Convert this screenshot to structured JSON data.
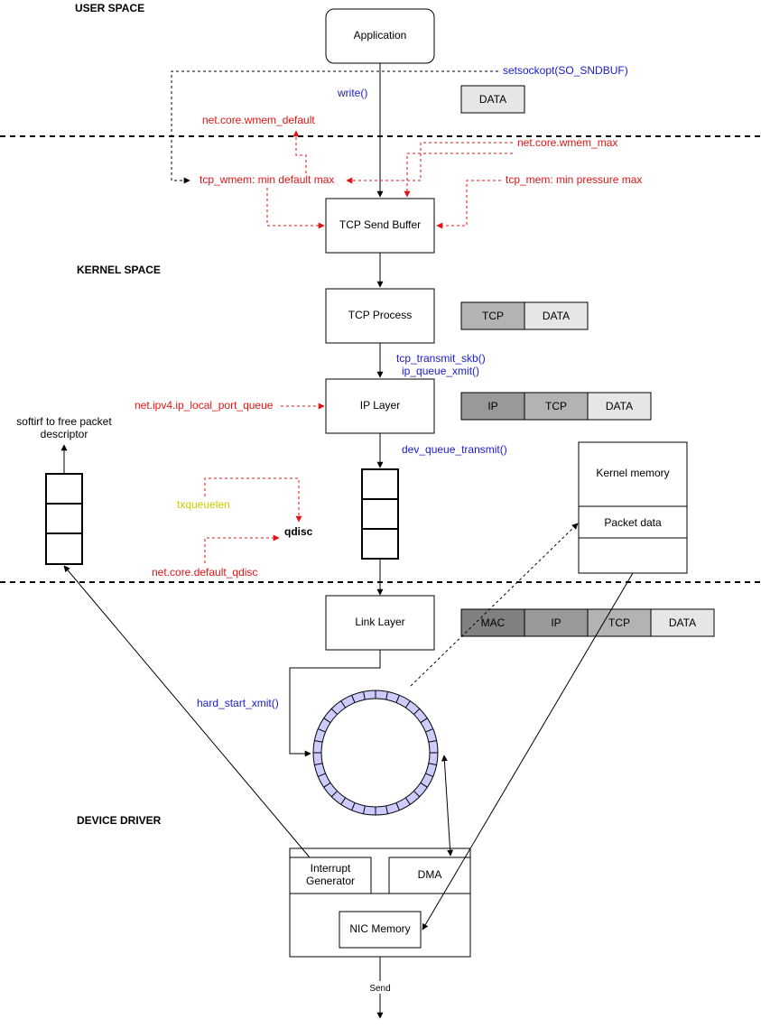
{
  "sections": {
    "user_space": "USER SPACE",
    "kernel_space": "KERNEL SPACE",
    "device_driver": "DEVICE DRIVER"
  },
  "boxes": {
    "application": "Application",
    "tcp_send_buffer": "TCP Send Buffer",
    "tcp_process": "TCP Process",
    "ip_layer": "IP Layer",
    "link_layer": "Link Layer",
    "kernel_memory": "Kernel memory",
    "packet_data": "Packet data",
    "interrupt_generator_line1": "Interrupt",
    "interrupt_generator_line2": "Generator",
    "dma": "DMA",
    "nic_memory": "NIC Memory"
  },
  "packets": {
    "user": [
      "DATA"
    ],
    "tcp": [
      "TCP",
      "DATA"
    ],
    "ip": [
      "IP",
      "TCP",
      "DATA"
    ],
    "link": [
      "MAC",
      "IP",
      "TCP",
      "DATA"
    ]
  },
  "packet_colors": {
    "MAC": "#808080",
    "IP": "#999999",
    "TCP": "#b3b3b3",
    "DATA": "#e6e6e6"
  },
  "calls": {
    "write": "write()",
    "setsockopt": "setsockopt(SO_SNDBUF)",
    "tcp_transmit_skb": "tcp_transmit_skb()",
    "ip_queue_xmit": "ip_queue_xmit()",
    "dev_queue_transmit": "dev_queue_transmit()",
    "hard_start_xmit": "hard_start_xmit()"
  },
  "params": {
    "wmem_default": "net.core.wmem_default",
    "wmem_max": "net.core.wmem_max",
    "tcp_wmem": "tcp_wmem: min default max",
    "tcp_mem": "tcp_mem: min pressure max",
    "ip_local_port_queue": "net.ipv4.ip_local_port_queue",
    "txqueuelen": "txqueuelen",
    "default_qdisc": "net.core.default_qdisc"
  },
  "labels": {
    "qdisc": "qdisc",
    "softirq_line1": "softirf to free packet",
    "softirq_line2": "descriptor",
    "send": "Send"
  },
  "colors": {
    "call_blue": "#1a1acc",
    "param_red": "#e01414",
    "param_yellow": "#cccc00",
    "ring_fill": "#ccccff"
  }
}
